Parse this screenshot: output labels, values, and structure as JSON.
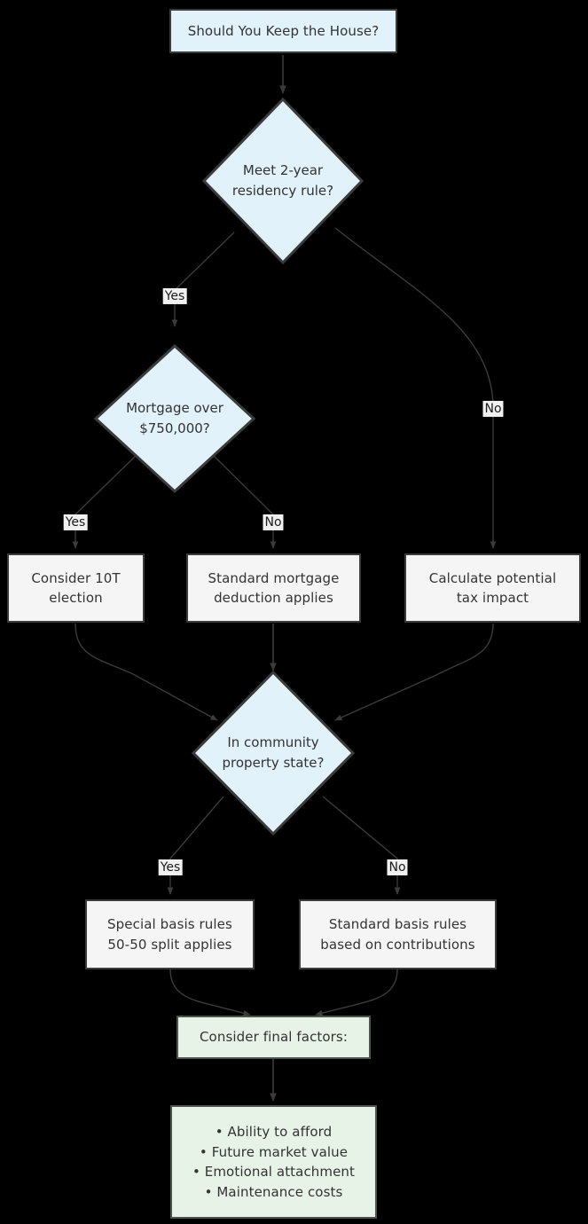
{
  "diagram": {
    "title": "Should You Keep the House? decision flowchart",
    "colors": {
      "background": "#000000",
      "blue_fill": "#e1f2fb",
      "gray_fill": "#f5f5f5",
      "green_fill": "#e7f3e7",
      "border": "#3b3b3b",
      "text": "#333333",
      "edge": "#3b3b3b",
      "edge_label_bg": "#f1f1f1"
    },
    "nodes": {
      "start": {
        "text": "Should You Keep the House?",
        "shape": "rectangle",
        "fill": "blue"
      },
      "residency": {
        "text": "Meet 2-year\nresidency rule?",
        "shape": "diamond",
        "fill": "blue"
      },
      "mortgage": {
        "text": "Mortgage over\n$750,000?",
        "shape": "diamond",
        "fill": "blue"
      },
      "election": {
        "text": "Consider 10T\nelection",
        "shape": "rectangle",
        "fill": "gray"
      },
      "standard_deduction": {
        "text": "Standard mortgage\ndeduction applies",
        "shape": "rectangle",
        "fill": "gray"
      },
      "tax_impact": {
        "text": "Calculate potential\ntax impact",
        "shape": "rectangle",
        "fill": "gray"
      },
      "community": {
        "text": "In community\nproperty state?",
        "shape": "diamond",
        "fill": "blue"
      },
      "special_basis": {
        "text": "Special basis rules\n50-50 split applies",
        "shape": "rectangle",
        "fill": "gray"
      },
      "standard_basis": {
        "text": "Standard basis rules\nbased on contributions",
        "shape": "rectangle",
        "fill": "gray"
      },
      "final_factors": {
        "text": "Consider final factors:",
        "shape": "rectangle",
        "fill": "green"
      },
      "factors_list": {
        "text": "• Ability to afford\n• Future market value\n• Emotional attachment\n• Maintenance costs",
        "shape": "rectangle",
        "fill": "green"
      }
    },
    "edge_labels": {
      "residency_yes": "Yes",
      "residency_no": "No",
      "mortgage_yes": "Yes",
      "mortgage_no": "No",
      "community_yes": "Yes",
      "community_no": "No"
    }
  }
}
